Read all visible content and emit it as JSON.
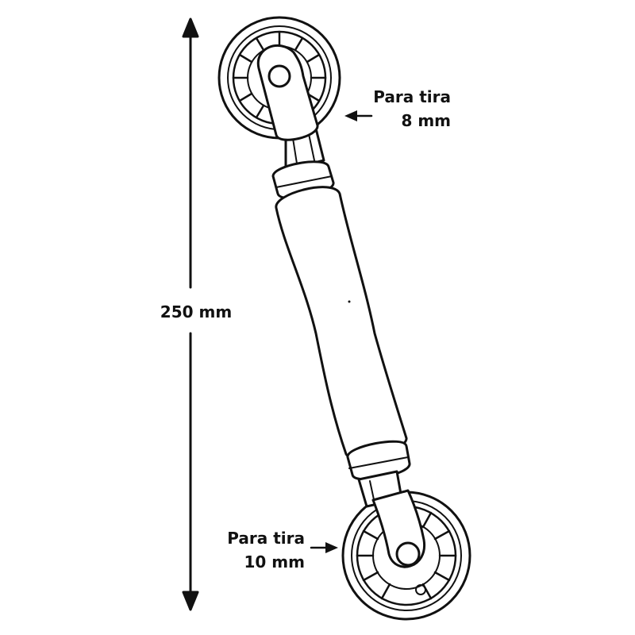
{
  "dimension": {
    "length_label": "250 mm"
  },
  "top_wheel": {
    "line1": "Para tira",
    "line2": "8 mm"
  },
  "bottom_wheel": {
    "line1": "Para tira",
    "line2": "10 mm"
  },
  "colors": {
    "stroke": "#111111",
    "background": "#ffffff"
  }
}
